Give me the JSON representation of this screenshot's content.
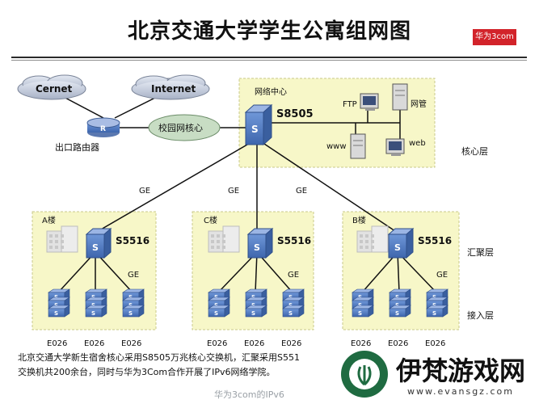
{
  "title": "北京交通大学学生公寓组网图",
  "vendor_logo": "华为3com",
  "clouds": {
    "left": "Cernet",
    "right": "Internet"
  },
  "router_letter": "R",
  "router_label": "出口路由器",
  "campus_core_label": "校园网核心",
  "center": {
    "box_label": "网络中心",
    "core_switch": "S8505",
    "ftp": "FTP",
    "mgmt": "网管",
    "www": "www",
    "web": "web"
  },
  "layers": {
    "core": "核心层",
    "aggregation": "汇聚层",
    "access": "接入层"
  },
  "uplink_label": "GE",
  "buildings": [
    {
      "name": "A楼",
      "switch": "S5516",
      "link": "GE",
      "access": [
        "E026",
        "E026",
        "E026"
      ]
    },
    {
      "name": "C楼",
      "switch": "S5516",
      "link": "GE",
      "access": [
        "E026",
        "E026",
        "E026"
      ]
    },
    {
      "name": "B楼",
      "switch": "S5516",
      "link": "GE",
      "access": [
        "E026",
        "E026",
        "E026"
      ]
    }
  ],
  "switch_letter": "S",
  "caption": [
    "北京交通大学新生宿舍核心采用S8505万兆核心交换机，汇聚采用S551",
    "交换机共200余台，同时与华为3Com合作开展了IPv6网络学院。"
  ],
  "watermark": "华为3com的IPv6",
  "brand": {
    "name": "伊梵游戏网",
    "url": "www.evansgz.com"
  },
  "colors": {
    "panel": "#f7f7c8",
    "switch_front": "#5b84c9",
    "switch_top": "#9bb5e4",
    "line": "#111111"
  }
}
